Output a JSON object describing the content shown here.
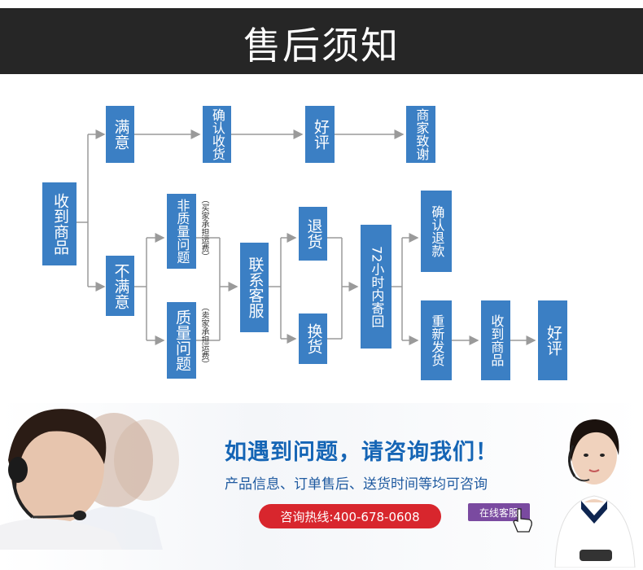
{
  "header": {
    "title": "售后须知"
  },
  "flow": {
    "receive": "收到商品",
    "satisfied": "满意",
    "confirm_receipt": "确认收货",
    "good_review": "好评",
    "merchant_thanks": "商家致谢",
    "unsatisfied": "不满意",
    "non_quality": "非质量问题",
    "non_quality_note": "（买家承担运费）",
    "quality": "质量问题",
    "quality_note": "（卖家承担运费）",
    "contact_service": "联系客服",
    "return": "退货",
    "exchange": "换货",
    "send_back": "72小时内寄回",
    "confirm_refund": "确认退款",
    "resend": "重新发货",
    "receive2": "收到商品",
    "good_review2": "好评"
  },
  "banner": {
    "title": "如遇到问题，请咨询我们！",
    "subtitle": "产品信息、订单售后、送货时间等均可咨询",
    "hotline": "咨询热线:400-678-0608",
    "online_service": "在线客服"
  },
  "colors": {
    "box": "#3b7fc4",
    "header_bg": "#262626",
    "hotline_bg": "#d8262d"
  }
}
